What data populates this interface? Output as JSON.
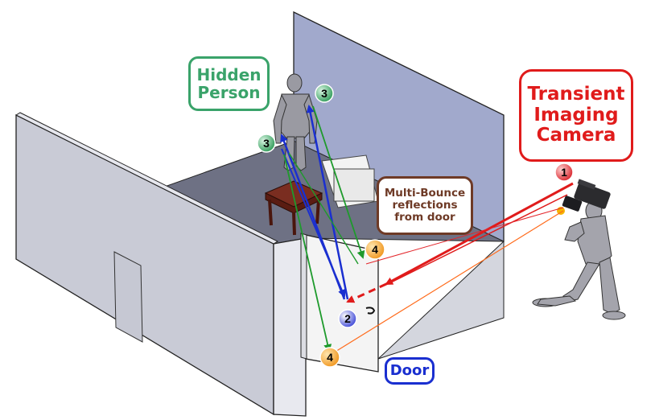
{
  "labels": {
    "hidden_person": [
      "Hidden",
      "Person"
    ],
    "camera": [
      "Transient",
      "Imaging",
      "Camera"
    ],
    "multibounce": [
      "Multi-Bounce",
      "reflections",
      "from door"
    ],
    "door": "Door"
  },
  "markers": [
    {
      "id": "camera-marker",
      "text": "1",
      "color": "#e3262b"
    },
    {
      "id": "door-hit-marker",
      "text": "2",
      "color": "#3c46d6"
    },
    {
      "id": "person-head-marker",
      "text": "3",
      "color": "#2e9a57"
    },
    {
      "id": "person-hip-marker",
      "text": "3",
      "color": "#2e9a57"
    },
    {
      "id": "upper-return-marker",
      "text": "4",
      "color": "#f0951c"
    },
    {
      "id": "lower-return-marker",
      "text": "4",
      "color": "#f0951c"
    }
  ],
  "colors": {
    "laser": "#e01b1b",
    "person_bounce": "#1a2fd0",
    "return_path": "#1e9a2c",
    "return_to_camera": "#ff6a1a",
    "back_wall": "#a1a9cc",
    "floor": "#6e7184",
    "side_wall": "#c9cbd6"
  }
}
